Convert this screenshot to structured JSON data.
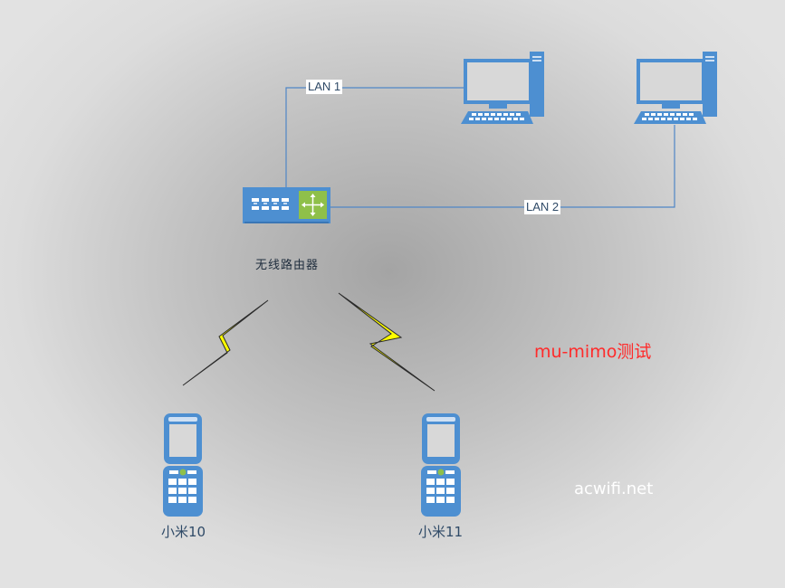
{
  "links": {
    "lan1": "LAN 1",
    "lan2": "LAN 2"
  },
  "router": {
    "caption": "无线路由器",
    "icon": "wireless-router-icon"
  },
  "computers": [
    {
      "icon": "desktop-computer-icon"
    },
    {
      "icon": "desktop-computer-icon"
    }
  ],
  "phones": [
    {
      "caption": "小米10",
      "icon": "flip-phone-icon"
    },
    {
      "caption": "小米11",
      "icon": "flip-phone-icon"
    }
  ],
  "wireless": {
    "icon": "lightning-bolt-icon",
    "color": "#ffff00"
  },
  "title": "mu-mimo测试",
  "site": "acwifi.net",
  "colors": {
    "device_blue": "#4d8fd1",
    "link_line": "#4f86c6",
    "title_red": "#ff2a2a",
    "router_green": "#8fc04a"
  }
}
